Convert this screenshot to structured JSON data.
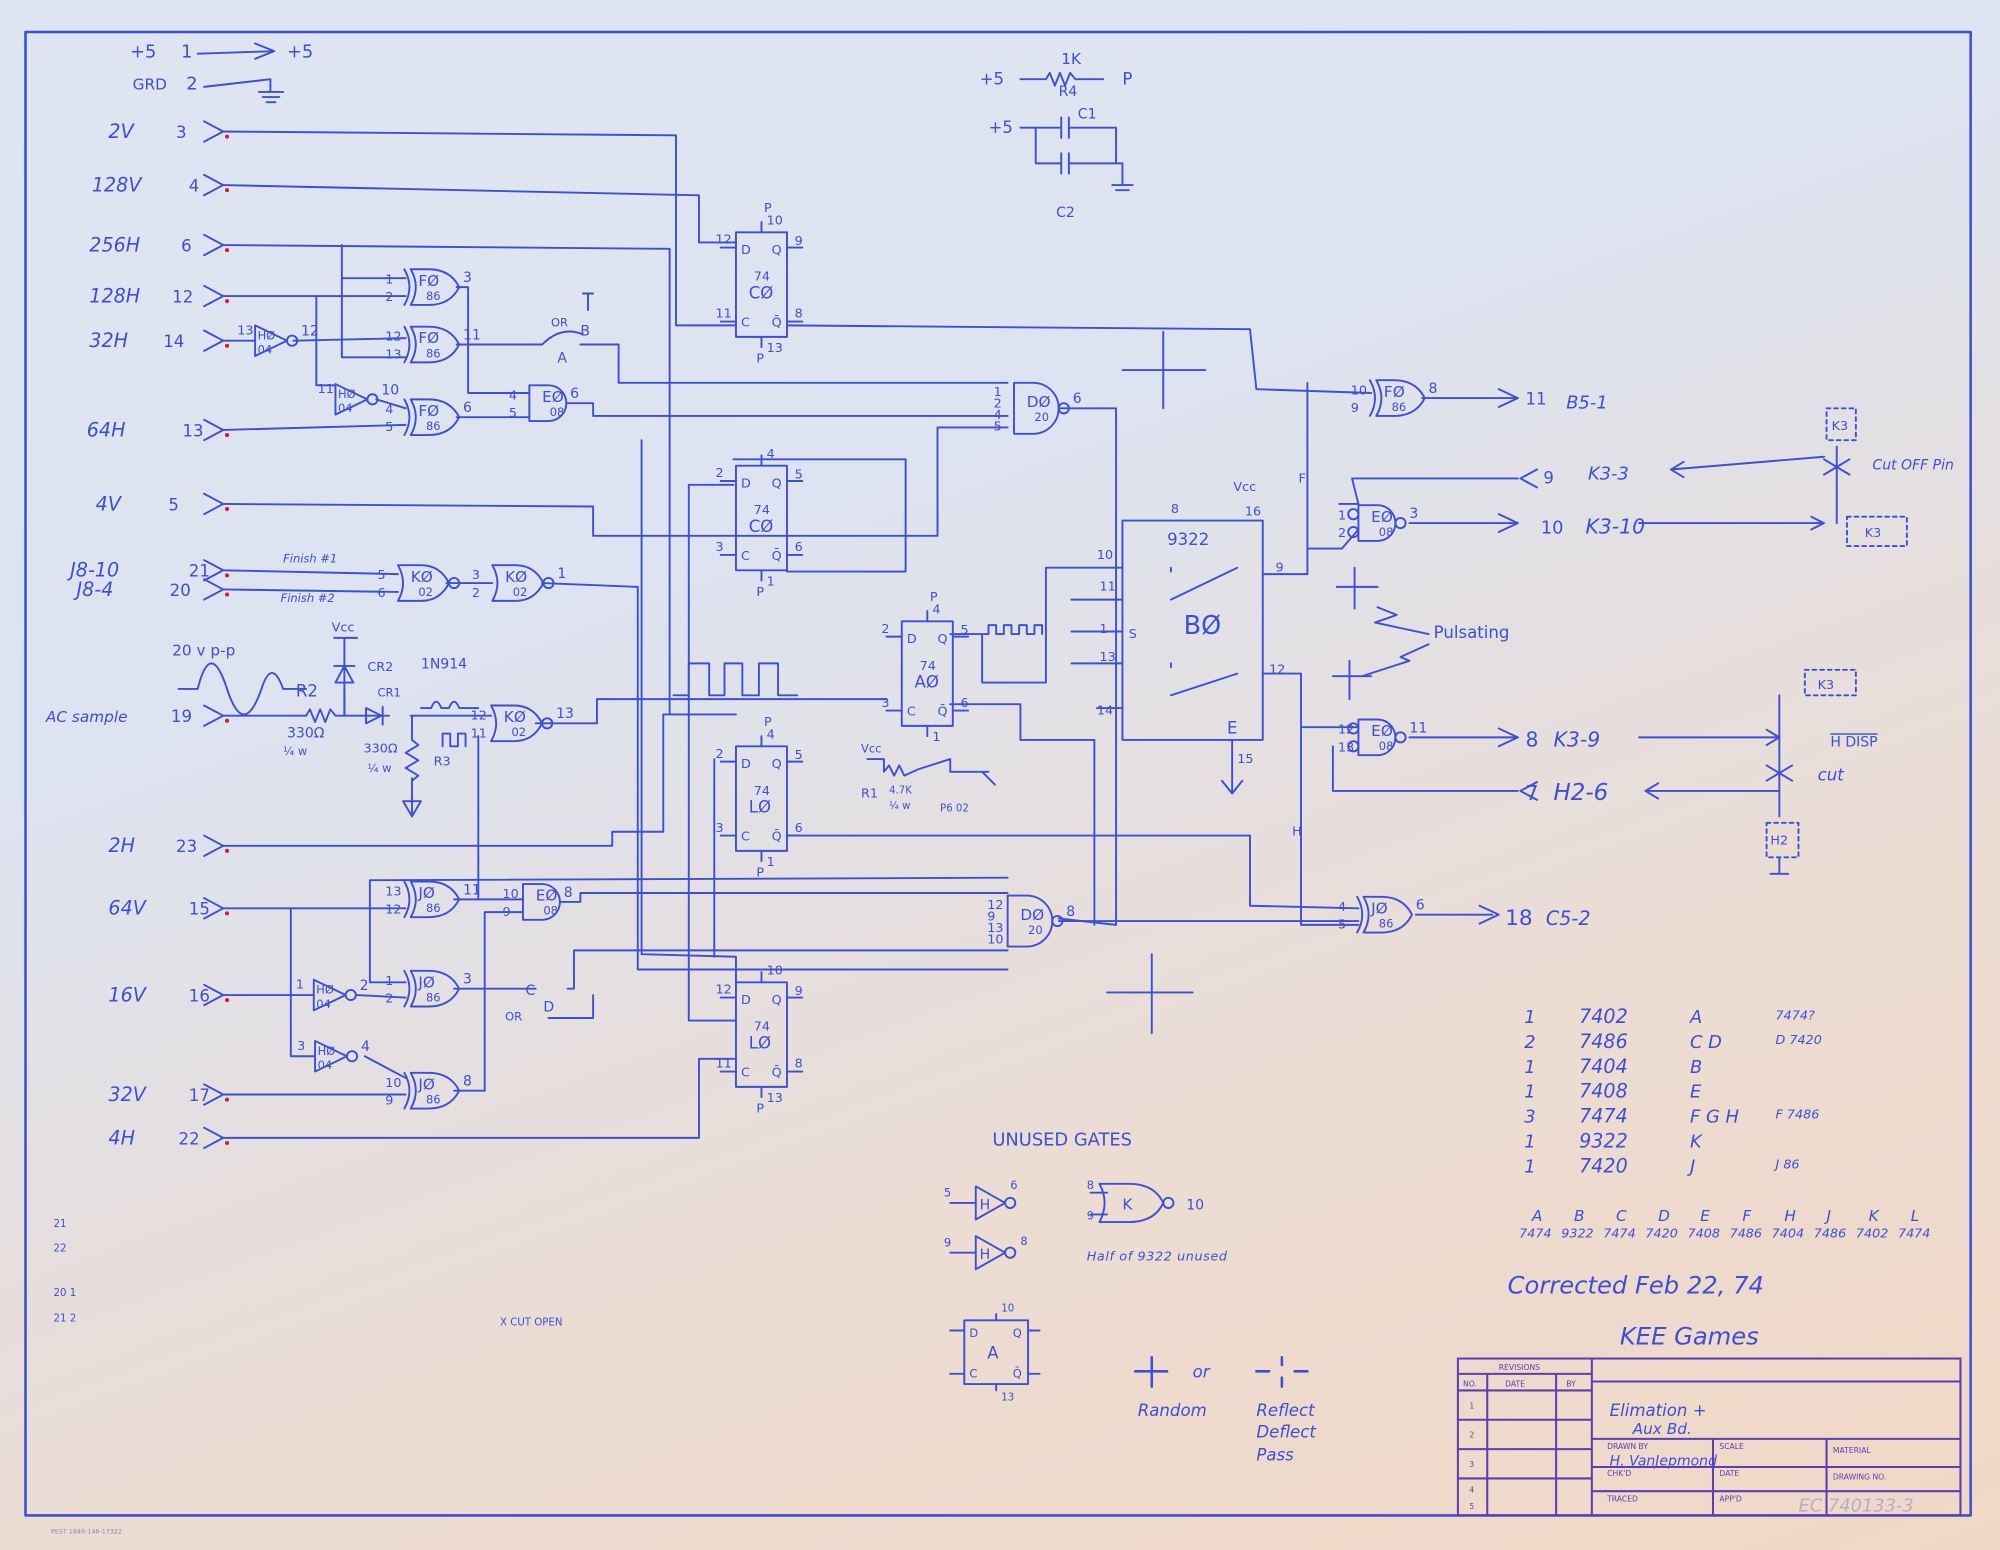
{
  "power": {
    "plus5_in": "+5",
    "pin1": "1",
    "plus5_out": "+5",
    "grd": "GRD",
    "pin2": "2"
  },
  "rc_network": {
    "r4_value": "1K",
    "r4": "R4",
    "plus5_r": "+5",
    "p": "P",
    "plus5_c": "+5",
    "c1": "C1",
    "c2": "C2"
  },
  "inputs": [
    {
      "signal": "2V",
      "pin": "3"
    },
    {
      "signal": "128V",
      "pin": "4"
    },
    {
      "signal": "256H",
      "pin": "6"
    },
    {
      "signal": "128H",
      "pin": "12"
    },
    {
      "signal": "32H",
      "pin": "14"
    },
    {
      "signal": "64H",
      "pin": "13"
    },
    {
      "signal": "4V",
      "pin": "5"
    },
    {
      "signal": "J8-10",
      "pin": "21"
    },
    {
      "signal": "J8-4",
      "pin": "20"
    },
    {
      "signal": "AC sample",
      "pin": "19"
    },
    {
      "signal": "2H",
      "pin": "23"
    },
    {
      "signal": "64V",
      "pin": "15"
    },
    {
      "signal": "16V",
      "pin": "16"
    },
    {
      "signal": "32V",
      "pin": "17"
    },
    {
      "signal": "4H",
      "pin": "22"
    }
  ],
  "annotations": {
    "finish1": "Finish #1",
    "finish2": "Finish #2",
    "ac_wave": "20 v p-p",
    "r2": "R2",
    "r2_value": "330Ω",
    "r2_watt": "¼ w",
    "vcc_top": "Vcc",
    "cr2": "CR2",
    "cr1": "CR1",
    "diode": "1N914",
    "r3": "R3",
    "r3_value": "330Ω",
    "r3_watt": "¼ w",
    "r1": "R1",
    "r1_value": "4.7K",
    "r1_watt": "¼ w",
    "vcc_r1": "Vcc",
    "p6": "P6 02",
    "or_top": "OR",
    "jumper_a": "A",
    "jumper_b": "B",
    "or_bottom": "OR",
    "jumper_c": "C",
    "jumper_d": "D",
    "pulsating": "Pulsating",
    "jumper_f": "F",
    "jumper_h": "H",
    "cut_off": "Cut OFF Pin",
    "cut": "cut",
    "hdisp": "H DISP",
    "k3_a": "K3",
    "k3_b": "K3",
    "k3_c": "K3",
    "h2": "H2",
    "cut_open": "X CUT OPEN",
    "margin_notes": [
      "21",
      "22",
      "20 1",
      "21 2"
    ]
  },
  "gates": [
    {
      "id": "FØ",
      "part": "86",
      "in": [
        "1",
        "2"
      ],
      "out": "3"
    },
    {
      "id": "FØ",
      "part": "86",
      "in": [
        "12",
        "13"
      ],
      "out": "11"
    },
    {
      "id": "HØ",
      "part": "04",
      "in": [
        "13"
      ],
      "out": "12"
    },
    {
      "id": "HØ",
      "part": "04",
      "in": [
        "11"
      ],
      "out": "10"
    },
    {
      "id": "FØ",
      "part": "86",
      "in": [
        "4",
        "5"
      ],
      "out": "6"
    },
    {
      "id": "EØ",
      "part": "08",
      "in": [
        "4",
        "5"
      ],
      "out": "6"
    },
    {
      "id": "KØ",
      "part": "02",
      "in": [
        "5",
        "6"
      ],
      "out": ""
    },
    {
      "id": "KØ",
      "part": "02",
      "in": [
        "3",
        "2"
      ],
      "out": "1"
    },
    {
      "id": "KØ",
      "part": "02",
      "in": [
        "12",
        "11"
      ],
      "out": "13"
    },
    {
      "id": "JØ",
      "part": "86",
      "in": [
        "13",
        "12"
      ],
      "out": "11"
    },
    {
      "id": "EØ",
      "part": "08",
      "in": [
        "10",
        "9"
      ],
      "out": "8"
    },
    {
      "id": "JØ",
      "part": "86",
      "in": [
        "1",
        "2"
      ],
      "out": "3"
    },
    {
      "id": "HØ",
      "part": "04",
      "in": [
        "1"
      ],
      "out": "2"
    },
    {
      "id": "HØ",
      "part": "04",
      "in": [
        "3"
      ],
      "out": "4"
    },
    {
      "id": "JØ",
      "part": "86",
      "in": [
        "10",
        "9"
      ],
      "out": "8"
    },
    {
      "id": "DØ",
      "part": "20",
      "in": [
        "1",
        "2",
        "4",
        "5"
      ],
      "out": "6"
    },
    {
      "id": "DØ",
      "part": "20",
      "in": [
        "12",
        "9",
        "13",
        "10"
      ],
      "out": "8"
    },
    {
      "id": "FØ",
      "part": "86",
      "in": [
        "10",
        "9"
      ],
      "out": "8"
    },
    {
      "id": "EØ",
      "part": "08",
      "in": [
        "1",
        "2"
      ],
      "out": "3"
    },
    {
      "id": "EØ",
      "part": "08",
      "in": [
        "12",
        "13"
      ],
      "out": "11"
    },
    {
      "id": "JØ",
      "part": "86",
      "in": [
        "4",
        "5"
      ],
      "out": "6"
    }
  ],
  "flipflops": [
    {
      "id": "CØ",
      "part": "74",
      "d": "D",
      "c": "C",
      "q": "Q",
      "qn": "Q̄",
      "p_top": "P",
      "p_bot": "P",
      "pins": [
        "12",
        "11",
        "9",
        "8",
        "10",
        "13"
      ]
    },
    {
      "id": "CØ",
      "part": "74",
      "d": "D",
      "c": "C",
      "q": "Q",
      "qn": "Q̄",
      "p_top": "",
      "p_bot": "P",
      "pins": [
        "2",
        "3",
        "5",
        "6",
        "4",
        "1"
      ]
    },
    {
      "id": "AØ",
      "part": "74",
      "d": "D",
      "c": "C",
      "q": "Q",
      "qn": "Q̄",
      "p_top": "P",
      "p_bot": "",
      "pins": [
        "2",
        "3",
        "5",
        "6",
        "4",
        "1"
      ]
    },
    {
      "id": "LØ",
      "part": "74",
      "d": "D",
      "c": "C",
      "q": "Q",
      "qn": "Q̄",
      "p_top": "P",
      "p_bot": "P",
      "pins": [
        "2",
        "3",
        "5",
        "6",
        "4",
        "1"
      ]
    },
    {
      "id": "LØ",
      "part": "74",
      "d": "D",
      "c": "C",
      "q": "Q",
      "qn": "Q̄",
      "p_top": "",
      "p_bot": "P",
      "pins": [
        "12",
        "11",
        "9",
        "8",
        "10",
        "13"
      ]
    }
  ],
  "mux": {
    "part": "9322",
    "id": "BØ",
    "vcc": "Vcc",
    "pins": [
      "8",
      "16",
      "10",
      "11",
      "1",
      "13",
      "14",
      "9",
      "12",
      "15"
    ],
    "s": "S",
    "e": "E"
  },
  "outputs": [
    {
      "pin": "11",
      "label": "B5-1"
    },
    {
      "pin": "9",
      "label": "K3-3"
    },
    {
      "pin": "10",
      "label": "K3-10"
    },
    {
      "pin": "8",
      "label": "K3-9"
    },
    {
      "pin": "7",
      "label": "H2-6"
    },
    {
      "pin": "18",
      "label": "C5-2"
    }
  ],
  "parts_list": [
    {
      "qty": "1",
      "part": "7402",
      "refs": "A",
      "note": "7474?"
    },
    {
      "qty": "2",
      "part": "7486",
      "refs": "C D",
      "note": "D 7420"
    },
    {
      "qty": "1",
      "part": "7404",
      "refs": "B",
      "note": ""
    },
    {
      "qty": "1",
      "part": "7408",
      "refs": "E",
      "note": ""
    },
    {
      "qty": "3",
      "part": "7474",
      "refs": "F G H",
      "note": "F 7486"
    },
    {
      "qty": "1",
      "part": "9322",
      "refs": "K",
      "note": ""
    },
    {
      "qty": "1",
      "part": "7420",
      "refs": "J",
      "note": "J 86"
    }
  ],
  "letter_map": [
    {
      "letter": "A",
      "part": "7474"
    },
    {
      "letter": "B",
      "part": "9322"
    },
    {
      "letter": "C",
      "part": "7474"
    },
    {
      "letter": "D",
      "part": "7420"
    },
    {
      "letter": "E",
      "part": "7408"
    },
    {
      "letter": "F",
      "part": "7486"
    },
    {
      "letter": "H",
      "part": "7404"
    },
    {
      "letter": "J",
      "part": "7486"
    },
    {
      "letter": "K",
      "part": "7402"
    },
    {
      "letter": "L",
      "part": "7474"
    }
  ],
  "corrected": "Corrected Feb 22, 74",
  "company": "KEE Games",
  "unused": {
    "title": "UNUSED GATES",
    "inv1_in": "5",
    "inv1_out": "6",
    "inv2_in": "9",
    "inv2_out": "8",
    "inv_label": "H",
    "nor_in1": "8",
    "nor_in2": "9",
    "nor_out": "10",
    "nor_label": "K",
    "half_note": "Half of 9322 unused",
    "ff_label": "A",
    "ff_d": "D",
    "ff_c": "C",
    "ff_q": "Q",
    "ff_qn": "Q̄",
    "ff_top": "10",
    "ff_bot": "13"
  },
  "legend": {
    "or": "or",
    "random": "Random",
    "reflect": "Reflect",
    "deflect": "Deflect",
    "pass": "Pass"
  },
  "title_block": {
    "revisions": "REVISIONS",
    "no": "NO.",
    "date": "DATE",
    "by": "BY",
    "rows": [
      "1",
      "2",
      "3",
      "4",
      "5"
    ],
    "title_line1": "Elimation +",
    "title_line2": "Aux Bd.",
    "drawn_by_label": "DRAWN BY",
    "drawn_by": "H. VanJepmond",
    "scale_label": "SCALE",
    "material_label": "MATERIAL",
    "chkd_label": "CHK'D",
    "date_label": "DATE",
    "drawing_no_label": "DRAWING NO.",
    "traced_label": "TRACED",
    "appd_label": "APP'D",
    "drawing_no": "EC 740133-3"
  },
  "footer_stamp": "PEST 1846-146-17322"
}
